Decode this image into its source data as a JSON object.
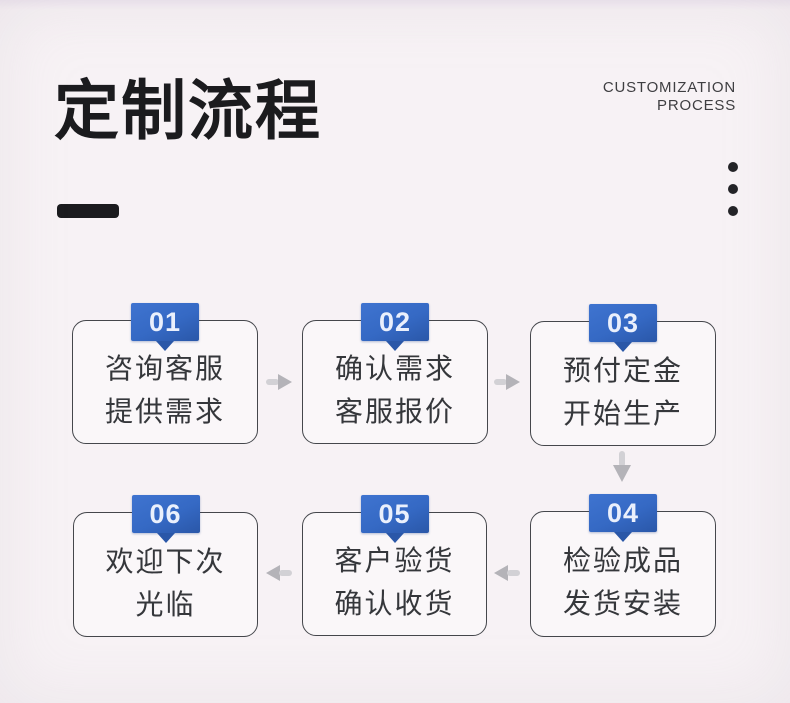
{
  "header": {
    "title": "定制流程",
    "subtitle_lines": [
      "CUSTOMIZATION",
      "PROCESS"
    ]
  },
  "flow": {
    "steps": [
      {
        "num": "01",
        "lines": [
          "咨询客服",
          "提供需求"
        ]
      },
      {
        "num": "02",
        "lines": [
          "确认需求",
          "客服报价"
        ]
      },
      {
        "num": "03",
        "lines": [
          "预付定金",
          "开始生产"
        ]
      },
      {
        "num": "04",
        "lines": [
          "检验成品",
          "发货安装"
        ]
      },
      {
        "num": "05",
        "lines": [
          "客户验货",
          "确认收货"
        ]
      },
      {
        "num": "06",
        "lines": [
          "欢迎下次",
          "光临"
        ]
      }
    ]
  },
  "icons": {
    "menu": "kebab-menu-icon",
    "arrow_right": "arrow-right-icon",
    "arrow_left": "arrow-left-icon",
    "arrow_down": "arrow-down-icon"
  },
  "colors": {
    "badge_blue": "#3569c4",
    "badge_blue_dark": "#2a57a8",
    "arrow_gray": "#b4b3b8",
    "arrow_gray_light": "#d2d1d5",
    "card_border": "#45474c",
    "card_bg": "#faf7f9",
    "text_dark": "#35373b",
    "title_black": "#1b1b1e",
    "subtitle_gray": "#3e3e41",
    "page_bg": "#f7f2f5"
  }
}
